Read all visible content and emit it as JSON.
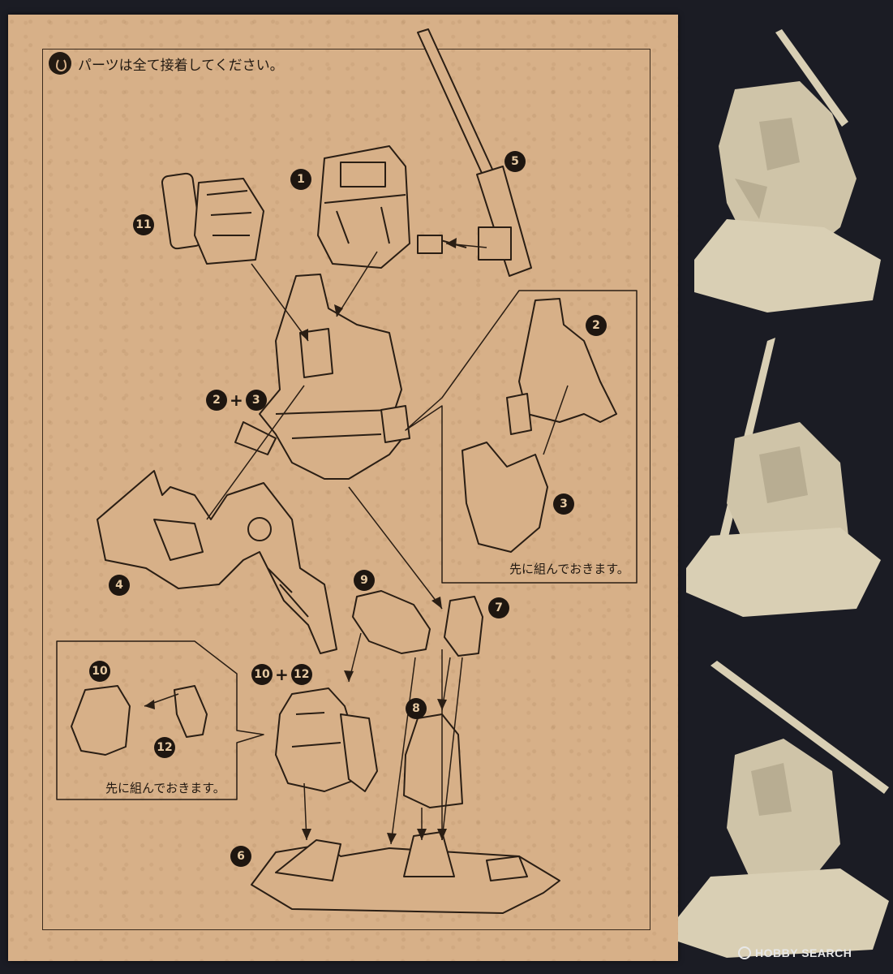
{
  "instructions": {
    "notice_text": "パーツは全て接着してください。",
    "preassemble_note": "先に組んでおきます。"
  },
  "parts": {
    "p1": "1",
    "p2": "2",
    "p3": "3",
    "p4": "4",
    "p5": "5",
    "p6": "6",
    "p7": "7",
    "p8": "8",
    "p9": "9",
    "p10": "10",
    "p11": "11",
    "p12": "12"
  },
  "combos": {
    "torso_combo": [
      "2",
      "3"
    ],
    "arm_combo": [
      "10",
      "12"
    ]
  },
  "watermark": {
    "text": "HOBBY SEARCH"
  },
  "colors": {
    "sheet": "#d7b088",
    "ink": "#231a12",
    "background": "#1b1c24",
    "resin": "#d9cfb4"
  }
}
